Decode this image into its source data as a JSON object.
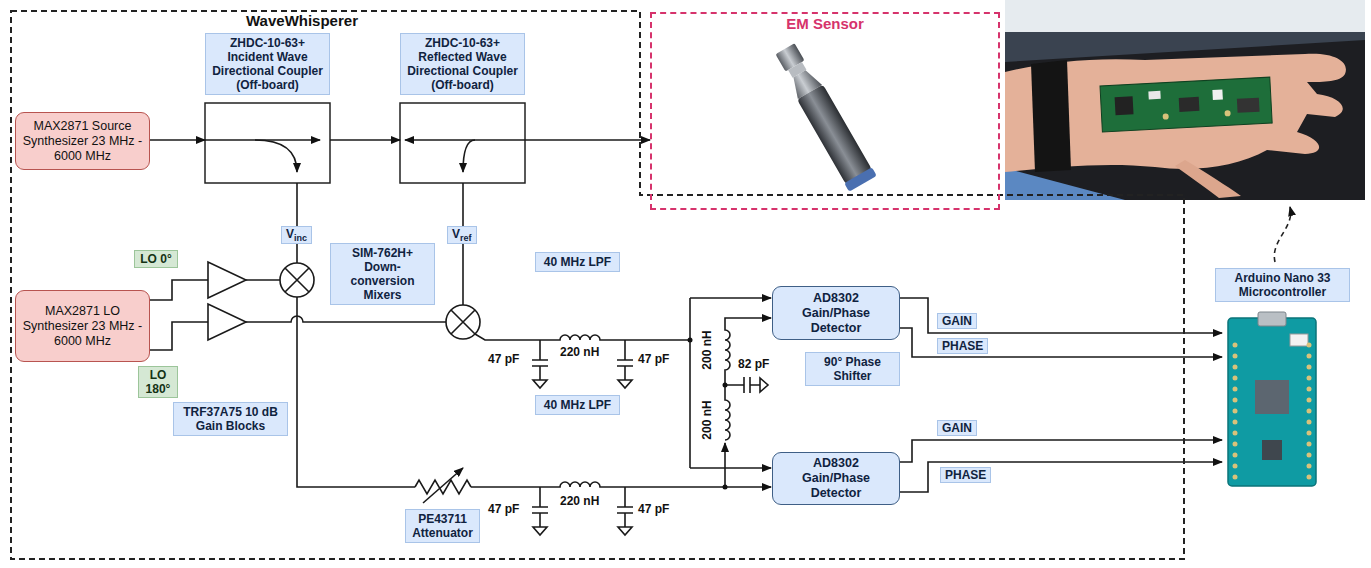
{
  "diagram": {
    "nodes": [
      {
        "text": [
          "WaveWhisperer"
        ]
      },
      {
        "text": [
          "ZHDC-10-63+ Incident Wave Directional Coupler (Off-board)"
        ],
        "in": 0
      },
      {
        "text": [
          "ZHDC-10-63+ Reflected Wave Directional Coupler (Off-board)"
        ],
        "in": 0
      },
      {
        "text": [
          "EM Sensor"
        ]
      },
      {
        "text": [
          "MAX2871 Source Synthesizer 23 MHz - 6000 MHz"
        ],
        "in": 0
      },
      {
        "text": [
          "SIM-762H+ Down-conversion Mixers"
        ],
        "in": 0
      },
      {
        "text": [
          "MAX2871 LO Synthesizer 23 MHz - 6000 MHz"
        ],
        "in": 0
      },
      {
        "text": [
          "40 MHz LPF"
        ],
        "in": 0
      },
      {
        "text": [
          "AD8302 Gain/Phase Detector"
        ],
        "in": 0
      },
      {
        "text": [
          "90° Phase Shifter"
        ],
        "in": 0
      },
      {
        "text": [
          "TRF37A75 10 dB Gain Blocks"
        ],
        "in": 0
      },
      {
        "text": [
          "40 MHz LPF"
        ],
        "in": 0
      },
      {
        "text": [
          "AD8302 Gain/Phase Detector"
        ],
        "in": 0
      },
      {
        "text": [
          "PE43711 Attenuator"
        ],
        "in": 0
      },
      {
        "text": [
          "Arduino Nano 33 Microcontroller"
        ]
      }
    ],
    "edges": [
      {
        "from": 4,
        "to": 1,
        "arrow": "to"
      },
      {
        "from": 1,
        "to": 2,
        "arrow": "to"
      },
      {
        "from": 2,
        "to": 3,
        "arrow": "to"
      },
      {
        "from": 8,
        "to": 14,
        "label": "GAIN",
        "arrow": "to"
      },
      {
        "from": 8,
        "to": 14,
        "label": "PHASE",
        "arrow": "to"
      },
      {
        "from": 12,
        "to": 14,
        "label": "GAIN",
        "arrow": "to"
      },
      {
        "from": 12,
        "to": 14,
        "label": "PHASE",
        "arrow": "to"
      }
    ],
    "labels": [
      "V",
      "inc",
      "V",
      "ref",
      "LO 0°",
      "LO 180°",
      "220 nH",
      "47 pF",
      "47 pF",
      "220 nH",
      "47 pF",
      "47 pF",
      "200 nH",
      "82 pF",
      "200 nH"
    ]
  }
}
